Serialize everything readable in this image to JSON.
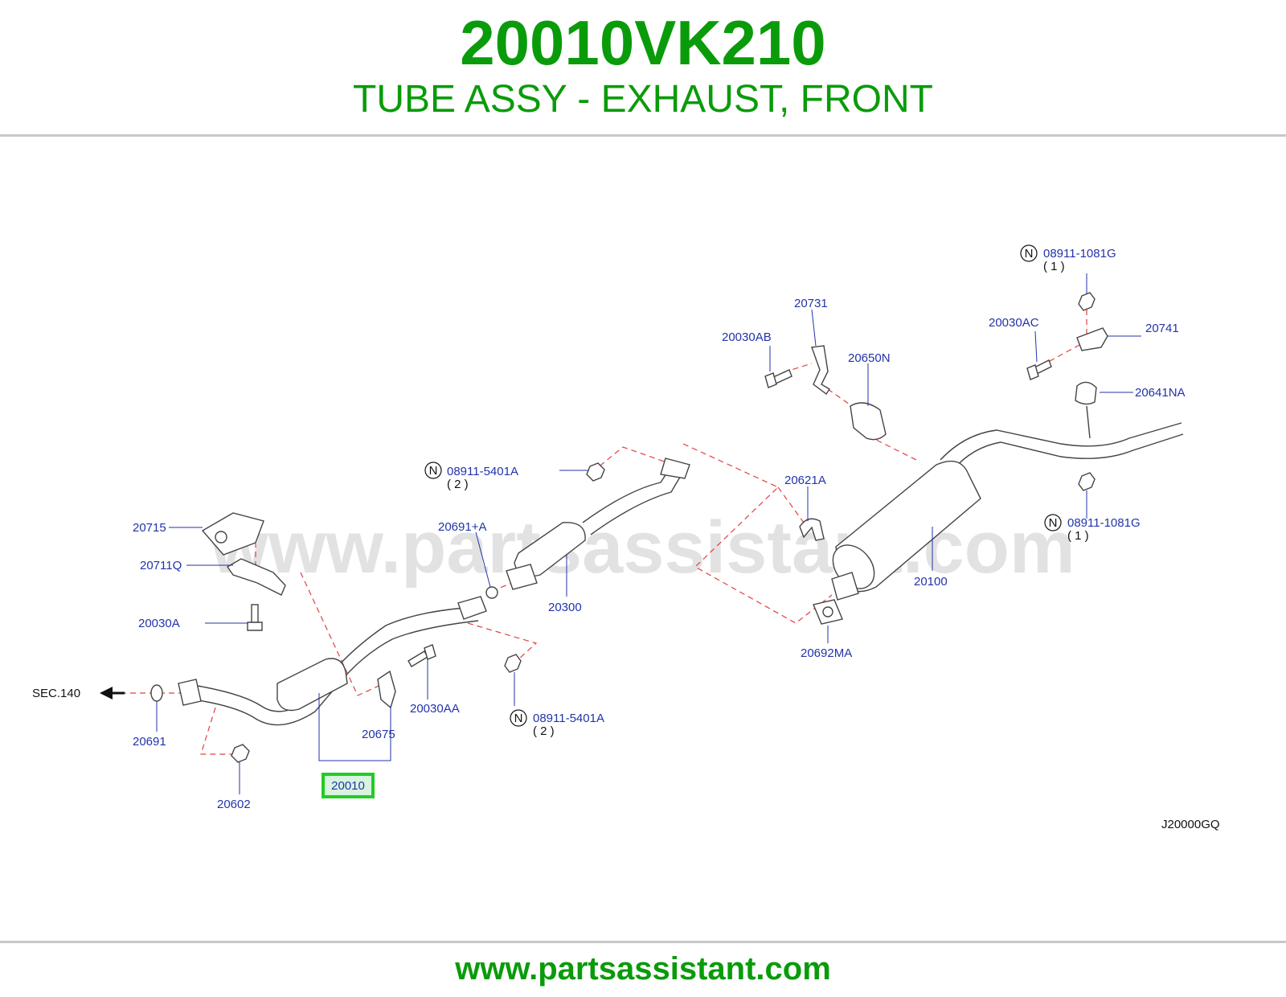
{
  "header": {
    "part_number": "20010VK210",
    "description": "TUBE ASSY - EXHAUST, FRONT"
  },
  "diagram": {
    "watermark": "www.partsassistant.com",
    "diagram_code": "J20000GQ",
    "section_ref": "SEC.140",
    "highlighted_part": "20010",
    "callouts": {
      "c20715": "20715",
      "c20711q": "20711Q",
      "c20030a": "20030A",
      "c20691": "20691",
      "c20602": "20602",
      "c20010": "20010",
      "c20675": "20675",
      "c20030aa": "20030AA",
      "c08911_5401a_lower": "08911-5401A",
      "c08911_5401a_lower_qty": "( 2 )",
      "c20691a": "20691+A",
      "c08911_5401a_upper": "08911-5401A",
      "c08911_5401a_upper_qty": "( 2 )",
      "c20300": "20300",
      "c20621a": "20621A",
      "c20692ma": "20692MA",
      "c20100": "20100",
      "c20030ab": "20030AB",
      "c20731": "20731",
      "c20650n": "20650N",
      "c20030ac": "20030AC",
      "c20741": "20741",
      "c20641na": "20641NA",
      "c08911_1081g_upper": "08911-1081G",
      "c08911_1081g_upper_qty": "( 1 )",
      "c08911_1081g_lower": "08911-1081G",
      "c08911_1081g_lower_qty": "( 1 )"
    },
    "n_marker": "N"
  },
  "footer": {
    "url": "www.partsassistant.com"
  },
  "colors": {
    "brand_green": "#0a9b0a",
    "callout_blue": "#2233aa",
    "highlight_green": "#22cc22",
    "dashed_red": "#e04040"
  }
}
